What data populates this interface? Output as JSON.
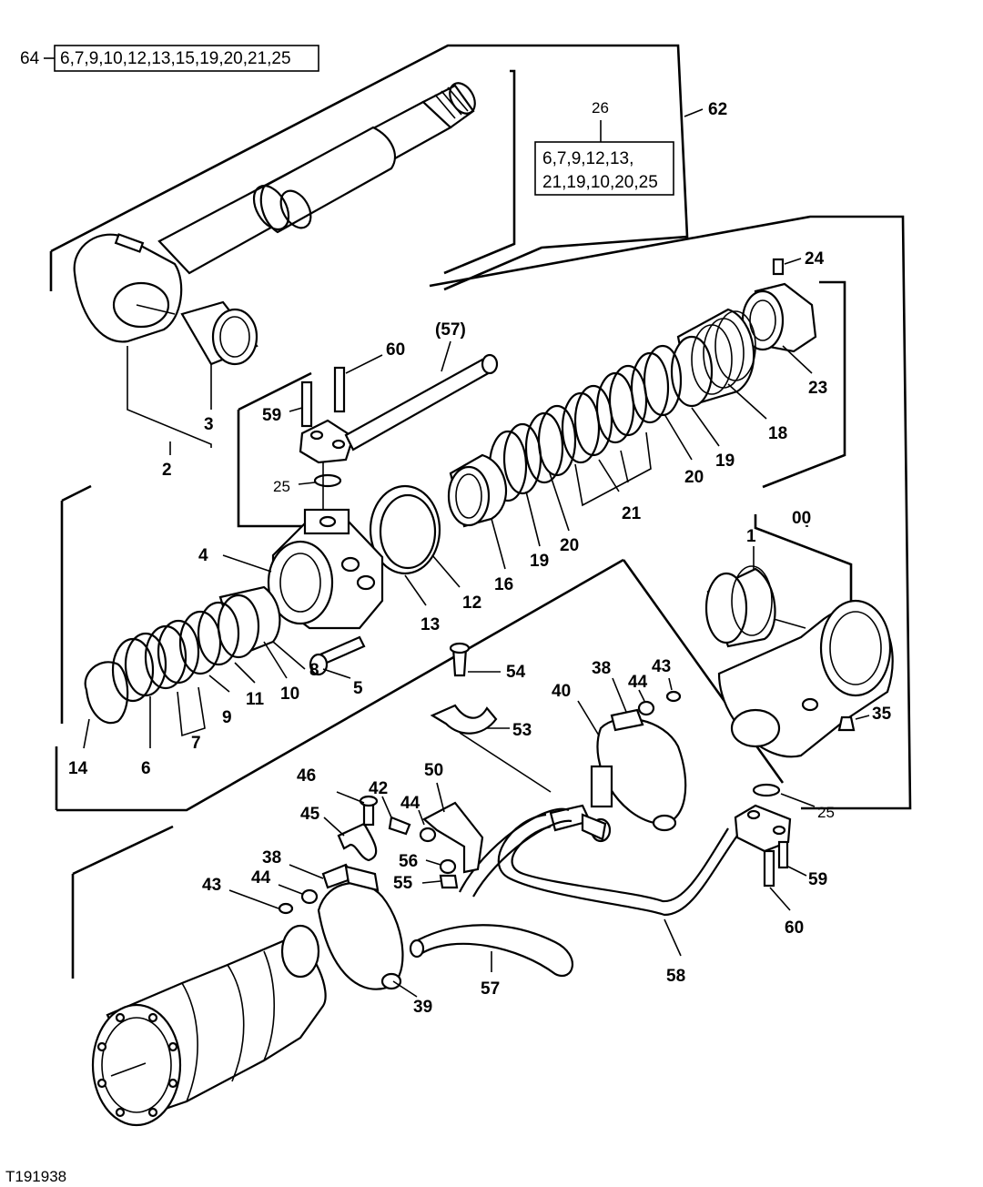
{
  "figure_id": "T191938",
  "kits": {
    "kit64": {
      "item": "64",
      "contents": "6,7,9,10,12,13,15,19,20,21,25"
    },
    "kit26": {
      "item": "26",
      "line1": "6,7,9,12,13,",
      "line2": "21,19,10,20,25"
    },
    "group62": "62",
    "group00": "00"
  },
  "callouts": {
    "c1": "1",
    "c2": "2",
    "c3": "3",
    "c4": "4",
    "c5": "5",
    "c6": "6",
    "c7": "7",
    "c8": "8",
    "c9": "9",
    "c10": "10",
    "c11": "11",
    "c12": "12",
    "c13": "13",
    "c14": "14",
    "c16": "16",
    "c18": "18",
    "c19a": "19",
    "c19b": "19",
    "c20a": "20",
    "c20b": "20",
    "c21": "21",
    "c23": "23",
    "c24": "24",
    "c25a": "25",
    "c25b": "25",
    "c35": "35",
    "c38a": "38",
    "c38b": "38",
    "c39": "39",
    "c40": "40",
    "c42": "42",
    "c43a": "43",
    "c43b": "43",
    "c44a": "44",
    "c44b": "44",
    "c44c": "44",
    "c45": "45",
    "c46": "46",
    "c50": "50",
    "c53": "53",
    "c54": "54",
    "c55": "55",
    "c56": "56",
    "c57a": "(57)",
    "c57b": "57",
    "c58": "58",
    "c59a": "59",
    "c59b": "59",
    "c60a": "60",
    "c60b": "60"
  }
}
